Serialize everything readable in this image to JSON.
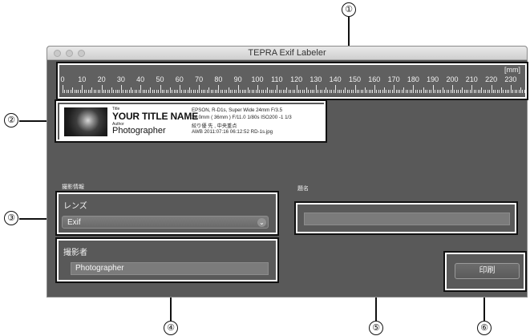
{
  "window": {
    "title": "TEPRA Exif Labeler"
  },
  "ruler": {
    "unit": "[mm]",
    "labels": [
      "0",
      "10",
      "20",
      "30",
      "40",
      "50",
      "60",
      "70",
      "80",
      "90",
      "100",
      "110",
      "120",
      "130",
      "140",
      "150",
      "160",
      "170",
      "180",
      "190",
      "200",
      "210",
      "220",
      "230"
    ]
  },
  "preview": {
    "title_caption": "Title",
    "title": "YOUR TITLE NAME",
    "author_caption": "Author",
    "author": "Photographer",
    "info": [
      "EPSON, R-D1s, Super Wide 24mm F/3.5",
      "24.0mm ( 36mm ) F/11.0 1/80s ISO200 -1 1/3",
      "絞り優 先 , 中央重点",
      "AWB 2011:07:16 06:12:52 RD-1s.jpg"
    ]
  },
  "form": {
    "section_label": "撮影情報",
    "lens_label": "レンズ",
    "lens_value": "Exif",
    "photographer_label": "撮影者",
    "photographer_value": "Photographer",
    "title_label": "題名",
    "title_value": "",
    "print_label": "印刷"
  },
  "callouts": {
    "n1": "①",
    "n2": "②",
    "n3": "③",
    "n4": "④",
    "n5": "⑤",
    "n6": "⑥"
  }
}
